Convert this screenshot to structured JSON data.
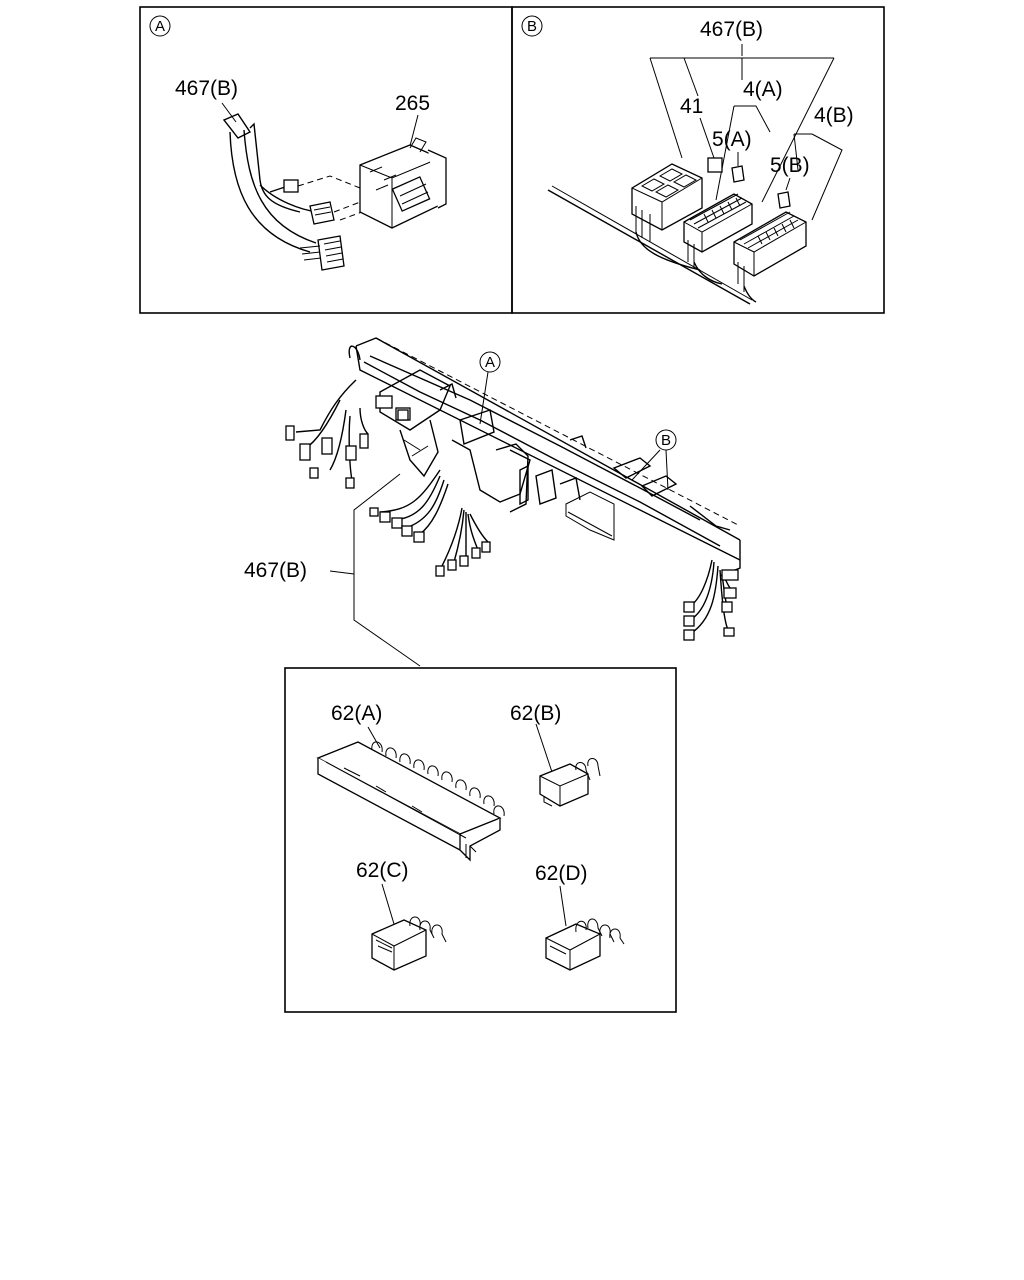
{
  "panel_a": {
    "marker": "A",
    "labels": {
      "harness": "467(B)",
      "connector": "265"
    }
  },
  "panel_b": {
    "marker": "B",
    "labels": {
      "harness": "467(B)",
      "fuse_box_cover": "41",
      "fuse_block_a": "4(A)",
      "fuse_block_b": "4(B)",
      "fuse_a": "5(A)",
      "fuse_b": "5(B)"
    }
  },
  "main": {
    "markers": {
      "a": "A",
      "b": "B"
    },
    "labels": {
      "harness": "467(B)"
    }
  },
  "relays": {
    "labels": {
      "a": "62(A)",
      "b": "62(B)",
      "c": "62(C)",
      "d": "62(D)"
    }
  }
}
